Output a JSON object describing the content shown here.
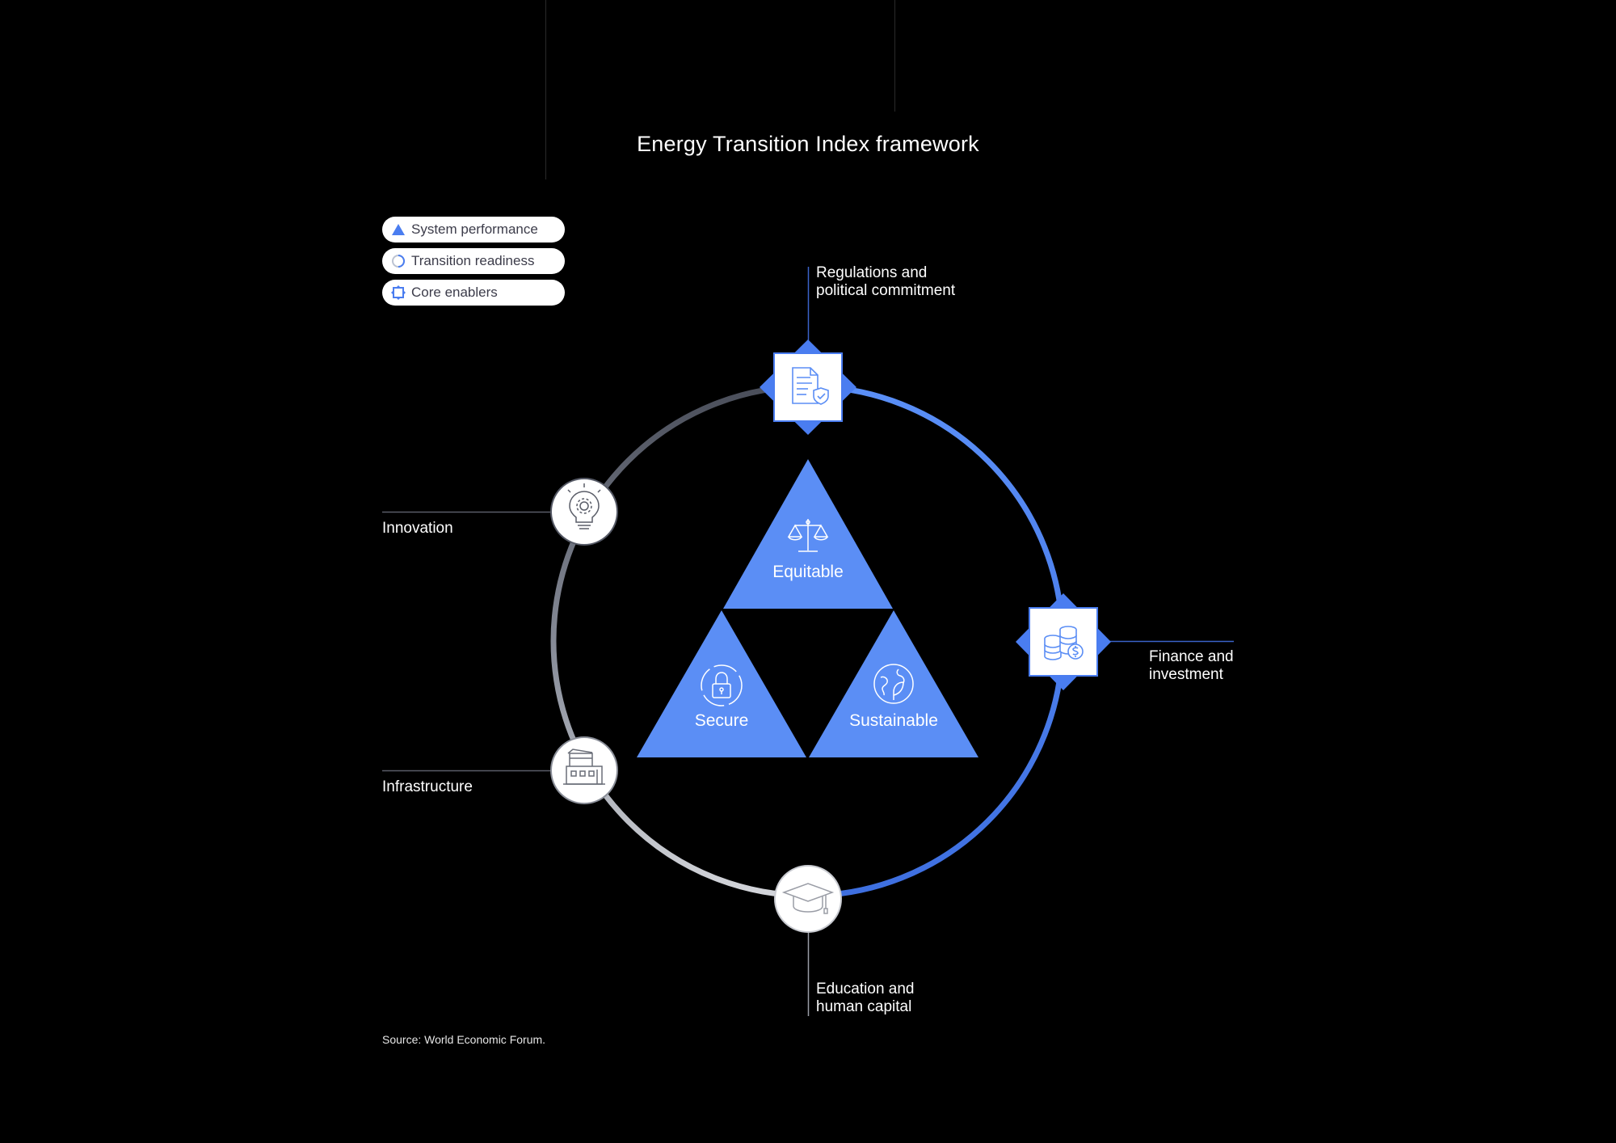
{
  "title": "Energy Transition Index framework",
  "legend": [
    {
      "label": "System performance",
      "icon": "triangle-icon"
    },
    {
      "label": "Transition readiness",
      "icon": "circle-icon"
    },
    {
      "label": "Core enablers",
      "icon": "diamond-square-icon"
    }
  ],
  "core_enablers": [
    {
      "label": "Regulations and\npolitical commitment",
      "icon": "policy-document-shield-icon"
    },
    {
      "label": "Finance and\ninvestment",
      "icon": "coins-stack-icon"
    }
  ],
  "transition_readiness": [
    {
      "label": "Innovation",
      "icon": "lightbulb-gear-icon"
    },
    {
      "label": "Infrastructure",
      "icon": "infrastructure-building-icon"
    },
    {
      "label": "Education and\nhuman capital",
      "icon": "graduation-cap-icon"
    }
  ],
  "system_performance": [
    {
      "label": "Equitable",
      "icon": "scales-icon"
    },
    {
      "label": "Secure",
      "icon": "padlock-icon"
    },
    {
      "label": "Sustainable",
      "icon": "globe-leaf-icon"
    }
  ],
  "source": "Source: World Economic Forum.",
  "colors": {
    "background": "#000000",
    "accent_blue": "#5b8ef5",
    "ring_blue": "#4a7df0",
    "ring_grey_dark": "#4f5360",
    "ring_grey_light": "#d0d2d8"
  }
}
